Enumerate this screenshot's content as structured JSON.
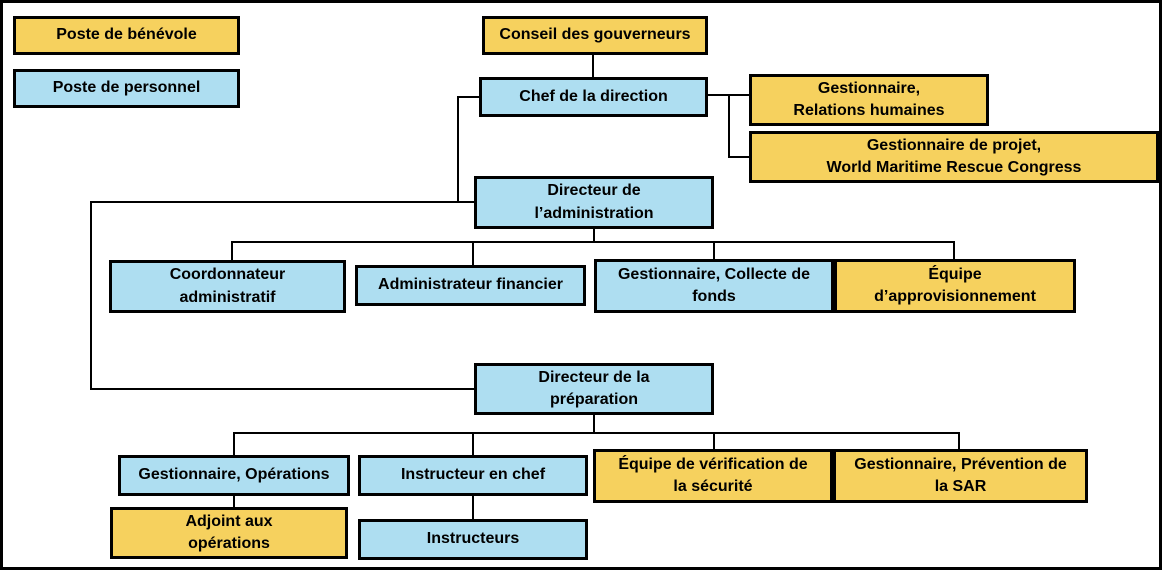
{
  "diagram_type": "org-chart",
  "language": "fr",
  "colors": {
    "volunteer_fill": "#F6D15E",
    "staff_fill": "#AEDEF1",
    "border": "#000000",
    "text": "#000000",
    "background": "#FFFFFF"
  },
  "legend": {
    "volunteer": {
      "label": "Poste de bénévole",
      "type": "volunteer"
    },
    "staff": {
      "label": "Poste de personnel",
      "type": "staff"
    }
  },
  "nodes": {
    "conseil": {
      "label": "Conseil des gouverneurs",
      "type": "volunteer"
    },
    "chef": {
      "label": "Chef de la direction",
      "type": "staff",
      "reports_to": "conseil"
    },
    "rh": {
      "label": "Gestionnaire,\nRelations humaines",
      "type": "volunteer",
      "reports_to": "chef"
    },
    "projet": {
      "label": "Gestionnaire de projet,\nWorld Maritime Rescue Congress",
      "type": "volunteer",
      "reports_to": "chef"
    },
    "dir_admin": {
      "label": "Directeur de\nl’administration",
      "type": "staff",
      "reports_to": "chef"
    },
    "coord": {
      "label": "Coordonnateur\nadministratif",
      "type": "staff",
      "reports_to": "dir_admin"
    },
    "admin_fin": {
      "label": "Administrateur financier",
      "type": "staff",
      "reports_to": "dir_admin"
    },
    "collecte": {
      "label": "Gestionnaire, Collecte de\nfonds",
      "type": "staff",
      "reports_to": "dir_admin"
    },
    "appro": {
      "label": "Équipe\nd’approvisionnement",
      "type": "volunteer",
      "reports_to": "dir_admin"
    },
    "dir_prep": {
      "label": "Directeur de la\npréparation",
      "type": "staff",
      "reports_to": "chef"
    },
    "gest_op": {
      "label": "Gestionnaire, Opérations",
      "type": "staff",
      "reports_to": "dir_prep"
    },
    "instr_chef": {
      "label": "Instructeur en chef",
      "type": "staff",
      "reports_to": "dir_prep"
    },
    "verif": {
      "label": "Équipe de vérification de\nla sécurité",
      "type": "volunteer",
      "reports_to": "dir_prep"
    },
    "prevention": {
      "label": "Gestionnaire, Prévention de\nla SAR",
      "type": "volunteer",
      "reports_to": "dir_prep"
    },
    "adjoint": {
      "label": "Adjoint aux\nopérations",
      "type": "volunteer",
      "reports_to": "gest_op"
    },
    "instructeurs": {
      "label": "Instructeurs",
      "type": "staff",
      "reports_to": "instr_chef"
    }
  }
}
